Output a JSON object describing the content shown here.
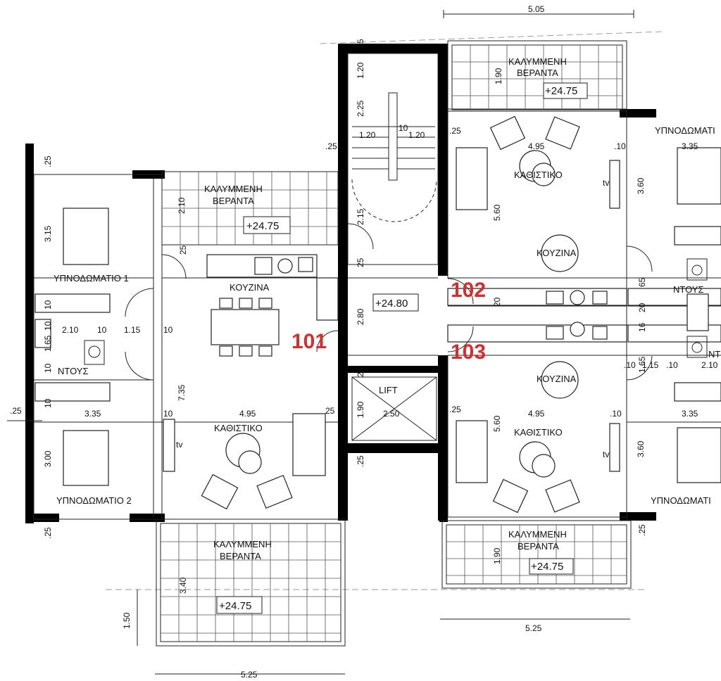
{
  "units": {
    "u101": "101",
    "u102": "102",
    "u103": "103"
  },
  "rooms": {
    "veranda": "ΚΑΛΥΜΜΕΝΗ",
    "veranda2": "ΒΕΡΑΝΤΑ",
    "kitchen": "ΚΟΥΖΙΝΑ",
    "living": "ΚΑΘΙΣΤΙΚΟ",
    "bed1": "ΥΠΝΟΔΩΜΑΤΙΟ 1",
    "bed2": "ΥΠΝΟΔΩΜΑΤΙΟ 2",
    "bed_cut": "ΥΠΝΟΔΩΜΑΤΙ",
    "bath": "ΝΤΟΥΣ",
    "bath_cut": "ΝΤ",
    "lift": "LIFT",
    "tv": "tv"
  },
  "levels": {
    "veranda": "+24.75",
    "lobby": "+24.80"
  },
  "dims": {
    "d505": "5.05",
    "d525": "5.25",
    "d495": "4.95",
    "d335": "3.35",
    "d360": "3.60",
    "d560": "5.60",
    "d735": "7.35",
    "d210": "2.10",
    "d115": "1.15",
    "d120": "1.20",
    "d225": "2.25",
    "d215": "2.15",
    "d280": "2.80",
    "d250": "2.50",
    "d190": "1.90",
    "d340": "3.40",
    "d150": "1.50",
    "d315": "3.15",
    "d300": "3.00",
    "d165": "1.65",
    "d25": ".25",
    "d10": ".10",
    "d20": ".20",
    "t25": "25",
    "t10": "10",
    "t20": "20",
    "t16": "16",
    "t65": "65"
  }
}
